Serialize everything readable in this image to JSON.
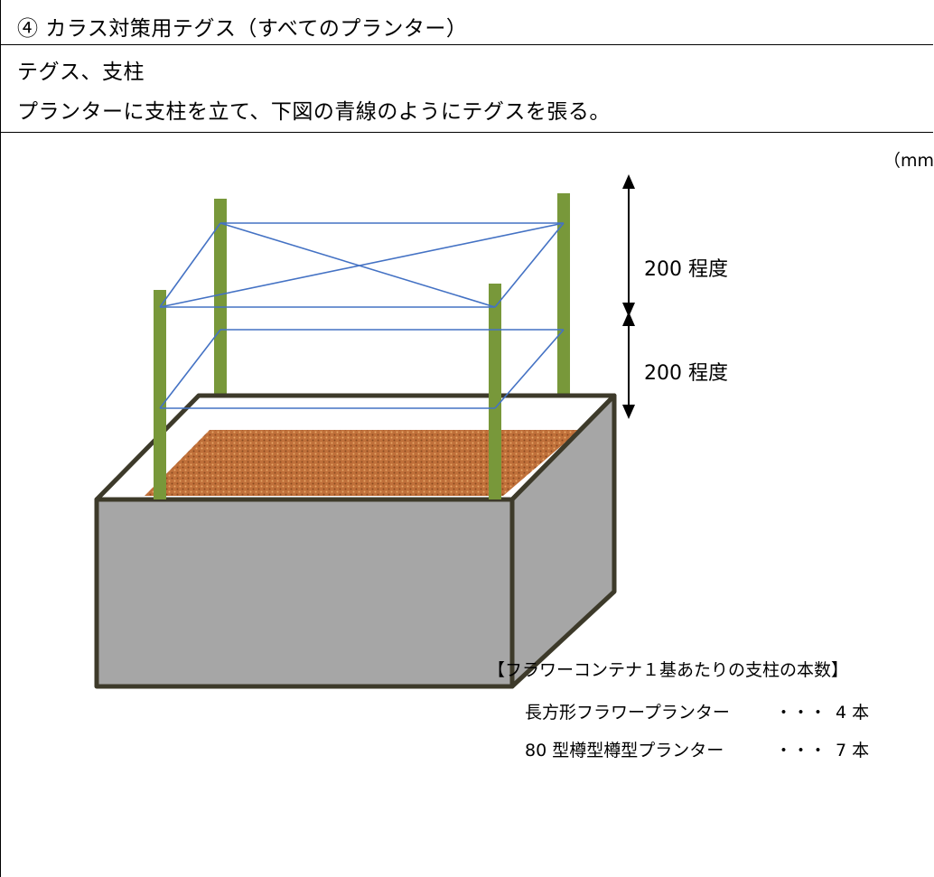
{
  "heading": "④ カラス対策用テグス（すべてのプランター）",
  "materials": "テグス、支柱",
  "instruction": "プランターに支柱を立て、下図の青線のようにテグスを張る。",
  "figure": {
    "unit": "（mm）",
    "dim_upper": "200 程度",
    "dim_lower": "200 程度",
    "colors": {
      "planter": "#a6a6a6",
      "outline": "#3d3a2a",
      "pole": "#78983a",
      "soil": "#c0703a",
      "line": "#4472c4"
    }
  },
  "notes": {
    "title": "【フラワーコンテナ１基あたりの支柱の本数】",
    "items": [
      {
        "label": "長方形フラワープランター",
        "dots": "・・・",
        "count": "4 本"
      },
      {
        "label": "80 型樽型樽型プランター",
        "dots": "・・・",
        "count": "7 本"
      }
    ]
  }
}
